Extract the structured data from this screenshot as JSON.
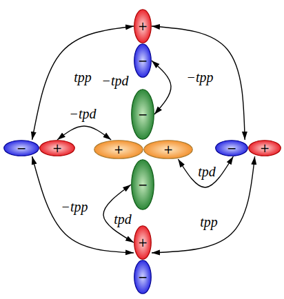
{
  "diagram": {
    "nodes": [
      {
        "text": [
          "+"
        ]
      },
      {
        "text": [
          "−"
        ]
      },
      {
        "text": [
          "−"
        ]
      },
      {
        "text": [
          "−"
        ]
      },
      {
        "text": [
          "+"
        ]
      },
      {
        "text": [
          "+"
        ]
      },
      {
        "text": [
          "+"
        ]
      },
      {
        "text": [
          "−"
        ]
      },
      {
        "text": [
          "+"
        ]
      },
      {
        "text": [
          "−"
        ]
      },
      {
        "text": [
          "+"
        ]
      },
      {
        "text": [
          "−"
        ]
      }
    ],
    "edges": [
      {
        "from": 0,
        "to": 3,
        "label": "tpp",
        "arrow": "both"
      },
      {
        "from": 0,
        "to": 7,
        "label": "−tpp",
        "arrow": "both"
      },
      {
        "from": 2,
        "to": 1,
        "label": "−tpd",
        "arrow": "both"
      },
      {
        "from": 4,
        "to": 5,
        "label": "−tpd",
        "arrow": "both"
      },
      {
        "from": 6,
        "to": 7,
        "label": "tpd",
        "arrow": "both"
      },
      {
        "from": 9,
        "to": 10,
        "label": "tpd",
        "arrow": "both"
      },
      {
        "from": 3,
        "to": 10,
        "label": "−tpp",
        "arrow": "both"
      },
      {
        "from": 8,
        "to": 10,
        "label": "tpp",
        "arrow": "both"
      }
    ]
  }
}
